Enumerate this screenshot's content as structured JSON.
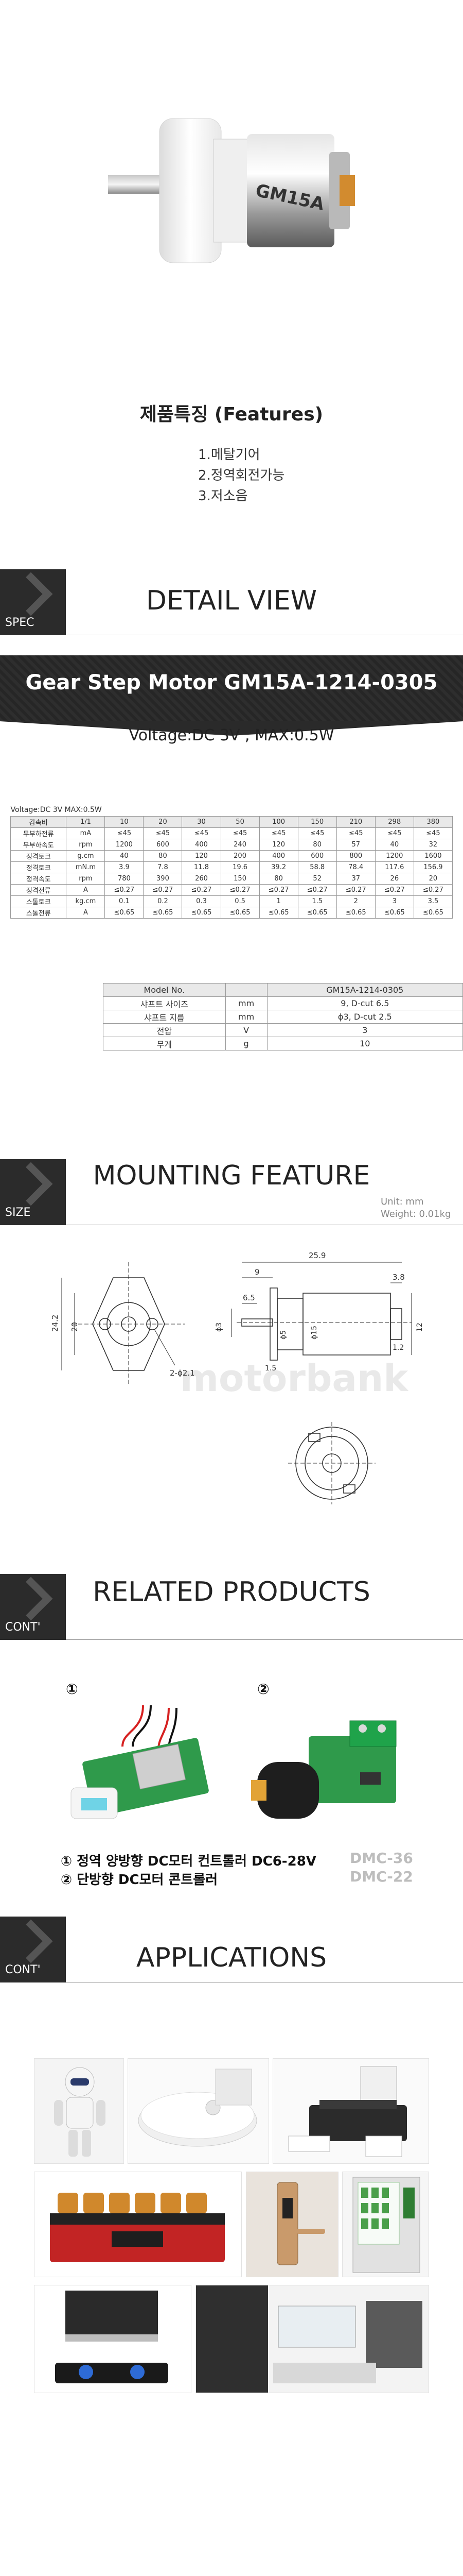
{
  "hero": {
    "motor_label": "GM15A",
    "features_title": "제품특징 (Features)",
    "features": [
      "1.메탈기어",
      "2.정역회전가능",
      "3.저소음"
    ]
  },
  "sections": {
    "spec": {
      "badge": "SPEC",
      "title": "DETAIL VIEW"
    },
    "size": {
      "badge": "SIZE",
      "title": "MOUNTING FEATURE"
    },
    "related": {
      "badge": "CONT'",
      "title": "RELATED PRODUCTS"
    },
    "applications": {
      "badge": "CONT'",
      "title": "APPLICATIONS"
    }
  },
  "banner": {
    "model": "Gear Step Motor GM15A-1214-0305",
    "spec": "Voltage:DC 3V   , MAX:0.5W"
  },
  "spec_table": {
    "caption": "Voltage:DC 3V    MAX:0.5W",
    "header": [
      "감속비",
      "1/1",
      "10",
      "20",
      "30",
      "50",
      "100",
      "150",
      "210",
      "298",
      "380"
    ],
    "rows": [
      [
        "무부하전류",
        "mA",
        "≤45",
        "≤45",
        "≤45",
        "≤45",
        "≤45",
        "≤45",
        "≤45",
        "≤45",
        "≤45"
      ],
      [
        "무부하속도",
        "rpm",
        "1200",
        "600",
        "400",
        "240",
        "120",
        "80",
        "57",
        "40",
        "32"
      ],
      [
        "정격토크",
        "g.cm",
        "40",
        "80",
        "120",
        "200",
        "400",
        "600",
        "800",
        "1200",
        "1600"
      ],
      [
        "정격토크",
        "mN.m",
        "3.9",
        "7.8",
        "11.8",
        "19.6",
        "39.2",
        "58.8",
        "78.4",
        "117.6",
        "156.9"
      ],
      [
        "정격속도",
        "rpm",
        "780",
        "390",
        "260",
        "150",
        "80",
        "52",
        "37",
        "26",
        "20"
      ],
      [
        "정격전류",
        "A",
        "≤0.27",
        "≤0.27",
        "≤0.27",
        "≤0.27",
        "≤0.27",
        "≤0.27",
        "≤0.27",
        "≤0.27",
        "≤0.27"
      ],
      [
        "스톨토크",
        "kg.cm",
        "0.1",
        "0.2",
        "0.3",
        "0.5",
        "1",
        "1.5",
        "2",
        "3",
        "3.5"
      ],
      [
        "스톨전류",
        "A",
        "≤0.65",
        "≤0.65",
        "≤0.65",
        "≤0.65",
        "≤0.65",
        "≤0.65",
        "≤0.65",
        "≤0.65",
        "≤0.65"
      ]
    ]
  },
  "model_table": {
    "header": [
      "Model No.",
      "",
      "GM15A-1214-0305"
    ],
    "rows": [
      [
        "샤프트 사이즈",
        "mm",
        "9, D-cut 6.5"
      ],
      [
        "샤프트 지름",
        "mm",
        "ϕ3, D-cut 2.5"
      ],
      [
        "전압",
        "V",
        "3"
      ],
      [
        "무게",
        "g",
        "10"
      ]
    ]
  },
  "mounting": {
    "unit": "Unit: mm",
    "weight": "Weight: 0.01kg",
    "dims": {
      "h_total": "24.2",
      "h_flange": "20",
      "hole": "2-ϕ2.1",
      "len_total": "25.9",
      "len_shaft": "9",
      "len_flange": "6.5",
      "shaft_dia": "ϕ3",
      "boss_dia": "ϕ5",
      "body_dia": "ϕ15",
      "len_tail": "3.8",
      "dim_a": "1.5",
      "dim_b": "12",
      "dim_c": "1.2"
    },
    "watermark": "motorbank"
  },
  "related": {
    "product_nums": [
      "①",
      "②"
    ],
    "items": [
      {
        "text": "① 정역 양방향 DC모터 컨트롤러 DC6-28V",
        "code": "DMC-36"
      },
      {
        "text": "② 단방향 DC모터 콘트롤러",
        "code": "DMC-22"
      }
    ]
  },
  "colors": {
    "dark_badge": "#2b2b2b",
    "banner": "#2a2a2a",
    "green_board": "#2f9a4b",
    "terminal_green": "#1fa34a",
    "knob": "#1e1e1e",
    "motor_white": "#f2f2f2"
  }
}
